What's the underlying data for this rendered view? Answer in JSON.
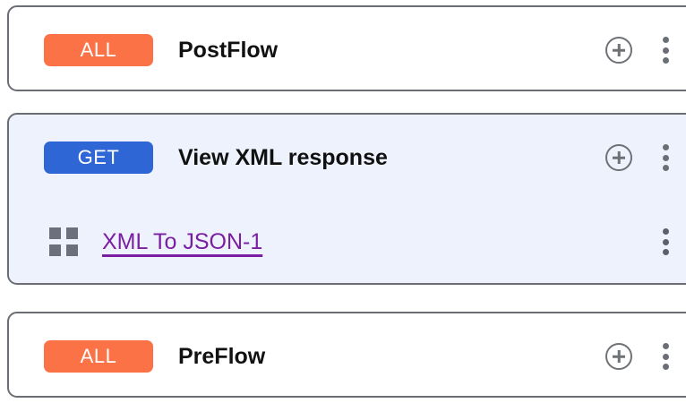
{
  "theme": {
    "page_background": "#ffffff",
    "card_border": "#6b6f75",
    "selected_card_background": "#eef2fd",
    "badge_all_color": "#fb7247",
    "badge_get_color": "#2f66d6",
    "link_color": "#7b1fa2",
    "icon_gray": "#6b6f75",
    "title_color": "#111111"
  },
  "flows": [
    {
      "id": "postflow",
      "selected": false,
      "method_badge": "ALL",
      "badge_style": "all",
      "title": "PostFlow",
      "add_icon": "plus-circle-icon",
      "menu_icon": "kebab-menu-icon",
      "children": []
    },
    {
      "id": "view-xml-response",
      "selected": true,
      "method_badge": "GET",
      "badge_style": "get",
      "title": "View XML response",
      "add_icon": "plus-circle-icon",
      "menu_icon": "kebab-menu-icon",
      "children": [
        {
          "id": "xml-to-json-1",
          "icon": "grid-squares-icon",
          "label": "XML To JSON-1",
          "menu_icon": "kebab-menu-icon"
        }
      ]
    },
    {
      "id": "preflow",
      "selected": false,
      "method_badge": "ALL",
      "badge_style": "all",
      "title": "PreFlow",
      "add_icon": "plus-circle-icon",
      "menu_icon": "kebab-menu-icon",
      "children": []
    }
  ]
}
